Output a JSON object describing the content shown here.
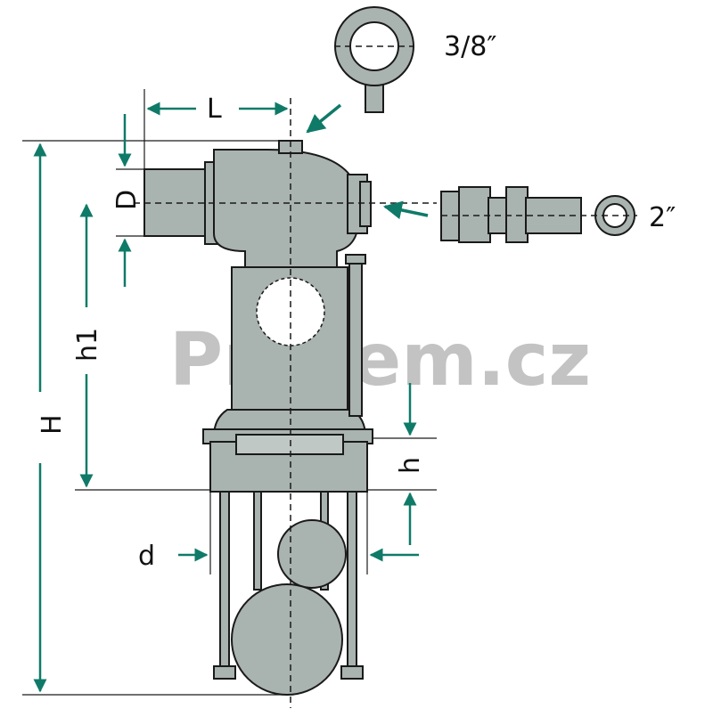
{
  "watermark": "Prozem.cz",
  "labels": {
    "L": "L",
    "D": "D",
    "H": "H",
    "h1": "h1",
    "h": "h",
    "d": "d",
    "inlet_small": "3/8″",
    "inlet_large": "2″"
  },
  "colors": {
    "body_fill": "#a9b3b0",
    "outline": "#1a1a1a",
    "arrow": "#0f7a68",
    "background": "#ffffff"
  }
}
